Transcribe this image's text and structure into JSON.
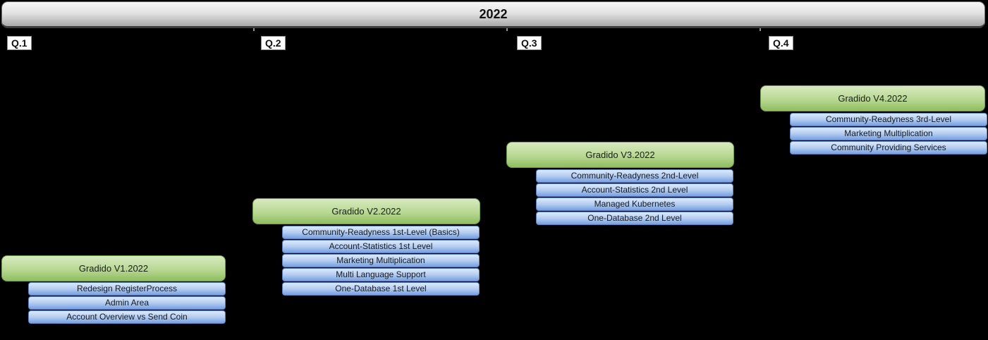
{
  "title": "2022",
  "quarters": [
    {
      "label": "Q.1",
      "release": {
        "title": "Gradido V1.2022",
        "items": [
          "Redesign RegisterProcess",
          "Admin Area",
          "Account Overview vs Send Coin"
        ]
      }
    },
    {
      "label": "Q.2",
      "release": {
        "title": "Gradido V2.2022",
        "items": [
          "Community-Readyness 1st-Level (Basics)",
          "Account-Statistics 1st Level",
          "Marketing Multiplication",
          "Multi Language Support",
          "One-Database 1st Level"
        ]
      }
    },
    {
      "label": "Q.3",
      "release": {
        "title": "Gradido V3.2022",
        "items": [
          "Community-Readyness 2nd-Level",
          "Account-Statistics 2nd Level",
          "Managed Kubernetes",
          "One-Database 2nd Level"
        ]
      }
    },
    {
      "label": "Q.4",
      "release": {
        "title": "Gradido V4.2022",
        "items": [
          "Community-Readyness 3rd-Level",
          "Marketing Multiplication",
          "Community Providing Services"
        ]
      }
    }
  ],
  "colors": {
    "background": "#000000",
    "year_bar_top": "#f7f7f7",
    "year_bar_bottom": "#a9a9a9",
    "release_green_top": "#d7eac0",
    "release_green_bottom": "#8ebd5f",
    "release_green_border": "#6f9d4b",
    "feature_blue_top": "#dde9fb",
    "feature_blue_bottom": "#74a0e2",
    "feature_blue_border": "#5a80bd",
    "quarter_label_bg": "#ffffff"
  }
}
